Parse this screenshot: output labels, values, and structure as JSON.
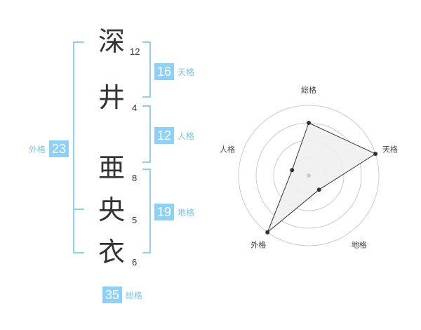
{
  "name": {
    "characters": [
      {
        "char": "深",
        "strokes": "12"
      },
      {
        "char": "井",
        "strokes": "4"
      },
      {
        "char": "亜",
        "strokes": "8"
      },
      {
        "char": "央",
        "strokes": "5"
      },
      {
        "char": "衣",
        "strokes": "6"
      }
    ]
  },
  "fortune": {
    "tenkaku": {
      "label": "天格",
      "value": "16"
    },
    "jinkaku": {
      "label": "人格",
      "value": "12"
    },
    "chikaku": {
      "label": "地格",
      "value": "19"
    },
    "gaikaku": {
      "label": "外格",
      "value": "23"
    },
    "soukaku": {
      "label": "総格",
      "value": "35"
    }
  },
  "chart_data": {
    "type": "radar",
    "axes": [
      "総格",
      "天格",
      "地格",
      "外格",
      "人格"
    ],
    "values": [
      3,
      4,
      1,
      4,
      1
    ],
    "max": 4,
    "rings": 4,
    "colors": {
      "line": "#333333",
      "fill": "#f0f0f0",
      "ring": "#cccccc",
      "point": "#333333",
      "center": "#cccccc"
    }
  },
  "colors": {
    "accent": "#8fd0f6",
    "accent_text": "#7cc3ec",
    "text": "#333333"
  }
}
